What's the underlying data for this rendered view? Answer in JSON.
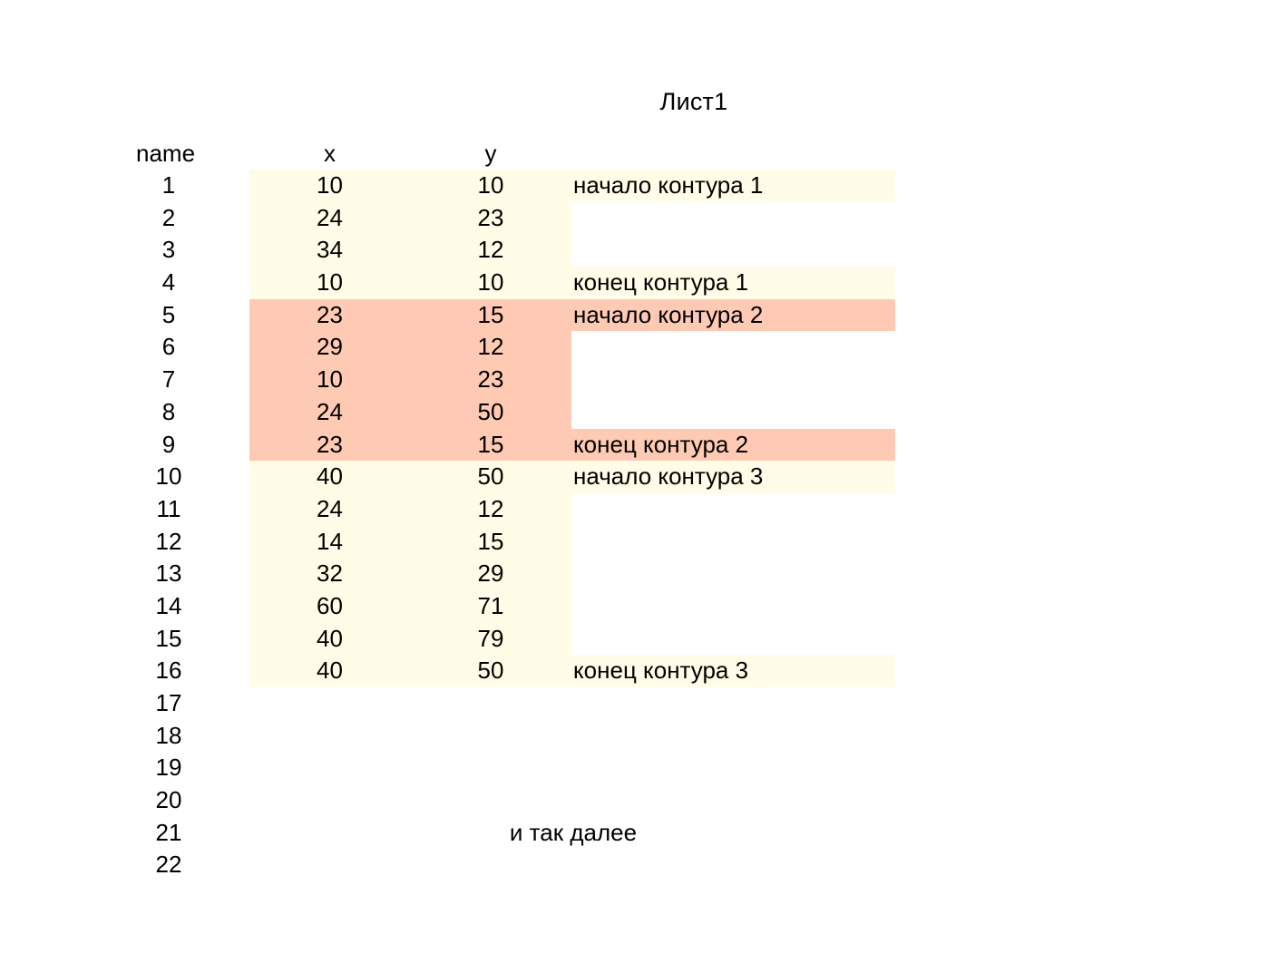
{
  "sheet": {
    "title": "Лист1",
    "columns": {
      "name": "name",
      "x": "x",
      "y": "y",
      "note": ""
    },
    "colors": {
      "background": "#ffffff",
      "text": "#000000",
      "highlight_contour_1": "#fffde7",
      "highlight_contour_2": "#ffcab4",
      "highlight_contour_3": "#fffde7"
    },
    "rows": [
      {
        "name": "1",
        "x": "10",
        "y": "10",
        "note": "начало контура 1",
        "fill": "#fffde7",
        "note_fill": "#fffde7"
      },
      {
        "name": "2",
        "x": "24",
        "y": "23",
        "note": "",
        "fill": "#fffde7",
        "note_fill": ""
      },
      {
        "name": "3",
        "x": "34",
        "y": "12",
        "note": "",
        "fill": "#fffde7",
        "note_fill": ""
      },
      {
        "name": "4",
        "x": "10",
        "y": "10",
        "note": "конец контура 1",
        "fill": "#fffde7",
        "note_fill": "#fffde7"
      },
      {
        "name": "5",
        "x": "23",
        "y": "15",
        "note": "начало контура 2",
        "fill": "#ffcab4",
        "note_fill": "#ffcab4"
      },
      {
        "name": "6",
        "x": "29",
        "y": "12",
        "note": "",
        "fill": "#ffcab4",
        "note_fill": ""
      },
      {
        "name": "7",
        "x": "10",
        "y": "23",
        "note": "",
        "fill": "#ffcab4",
        "note_fill": ""
      },
      {
        "name": "8",
        "x": "24",
        "y": "50",
        "note": "",
        "fill": "#ffcab4",
        "note_fill": ""
      },
      {
        "name": "9",
        "x": "23",
        "y": "15",
        "note": "конец контура 2",
        "fill": "#ffcab4",
        "note_fill": "#ffcab4"
      },
      {
        "name": "10",
        "x": "40",
        "y": "50",
        "note": "начало контура 3",
        "fill": "#fffde7",
        "note_fill": "#fffde7"
      },
      {
        "name": "11",
        "x": "24",
        "y": "12",
        "note": "",
        "fill": "#fffde7",
        "note_fill": ""
      },
      {
        "name": "12",
        "x": "14",
        "y": "15",
        "note": "",
        "fill": "#fffde7",
        "note_fill": ""
      },
      {
        "name": "13",
        "x": "32",
        "y": "29",
        "note": "",
        "fill": "#fffde7",
        "note_fill": ""
      },
      {
        "name": "14",
        "x": "60",
        "y": "71",
        "note": "",
        "fill": "#fffde7",
        "note_fill": ""
      },
      {
        "name": "15",
        "x": "40",
        "y": "79",
        "note": "",
        "fill": "#fffde7",
        "note_fill": ""
      },
      {
        "name": "16",
        "x": "40",
        "y": "50",
        "note": "конец контура 3",
        "fill": "#fffde7",
        "note_fill": "#fffde7"
      },
      {
        "name": "17",
        "x": "",
        "y": "",
        "note": "",
        "fill": "",
        "note_fill": ""
      },
      {
        "name": "18",
        "x": "",
        "y": "",
        "note": "",
        "fill": "",
        "note_fill": ""
      },
      {
        "name": "19",
        "x": "",
        "y": "",
        "note": "",
        "fill": "",
        "note_fill": ""
      },
      {
        "name": "20",
        "x": "",
        "y": "",
        "note": "",
        "fill": "",
        "note_fill": ""
      },
      {
        "name": "21",
        "x": "",
        "y": "",
        "note": "и так далее",
        "fill": "",
        "note_fill": "",
        "note_centered": true
      },
      {
        "name": "22",
        "x": "",
        "y": "",
        "note": "",
        "fill": "",
        "note_fill": ""
      }
    ]
  }
}
